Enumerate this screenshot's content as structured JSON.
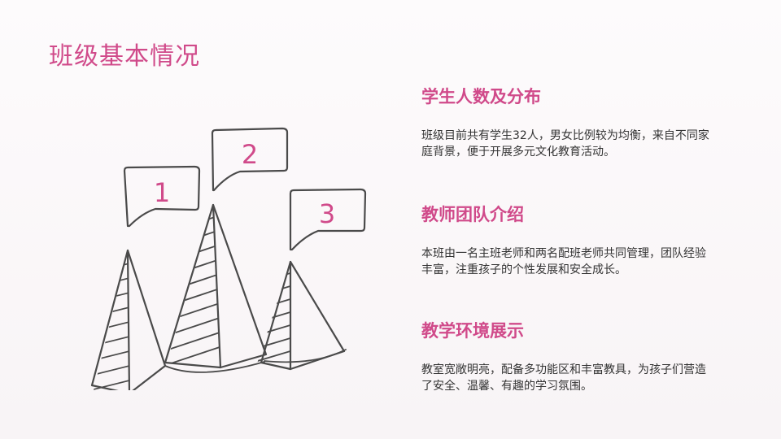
{
  "title": "班级基本情况",
  "accent_color": "#d04a8a",
  "illustration": {
    "icon": "triangle-mountains-with-speech-bubbles",
    "labels": [
      "1",
      "2",
      "3"
    ]
  },
  "sections": [
    {
      "heading": "学生人数及分布",
      "body": "班级目前共有学生32人，男女比例较为均衡，来自不同家庭背景，便于开展多元文化教育活动。"
    },
    {
      "heading": "教师团队介绍",
      "body": "本班由一名主班老师和两名配班老师共同管理，团队经验丰富，注重孩子的个性发展和安全成长。"
    },
    {
      "heading": "教学环境展示",
      "body": "教室宽敞明亮，配备多功能区和丰富教具，为孩子们营造了安全、温馨、有趣的学习氛围。"
    }
  ]
}
